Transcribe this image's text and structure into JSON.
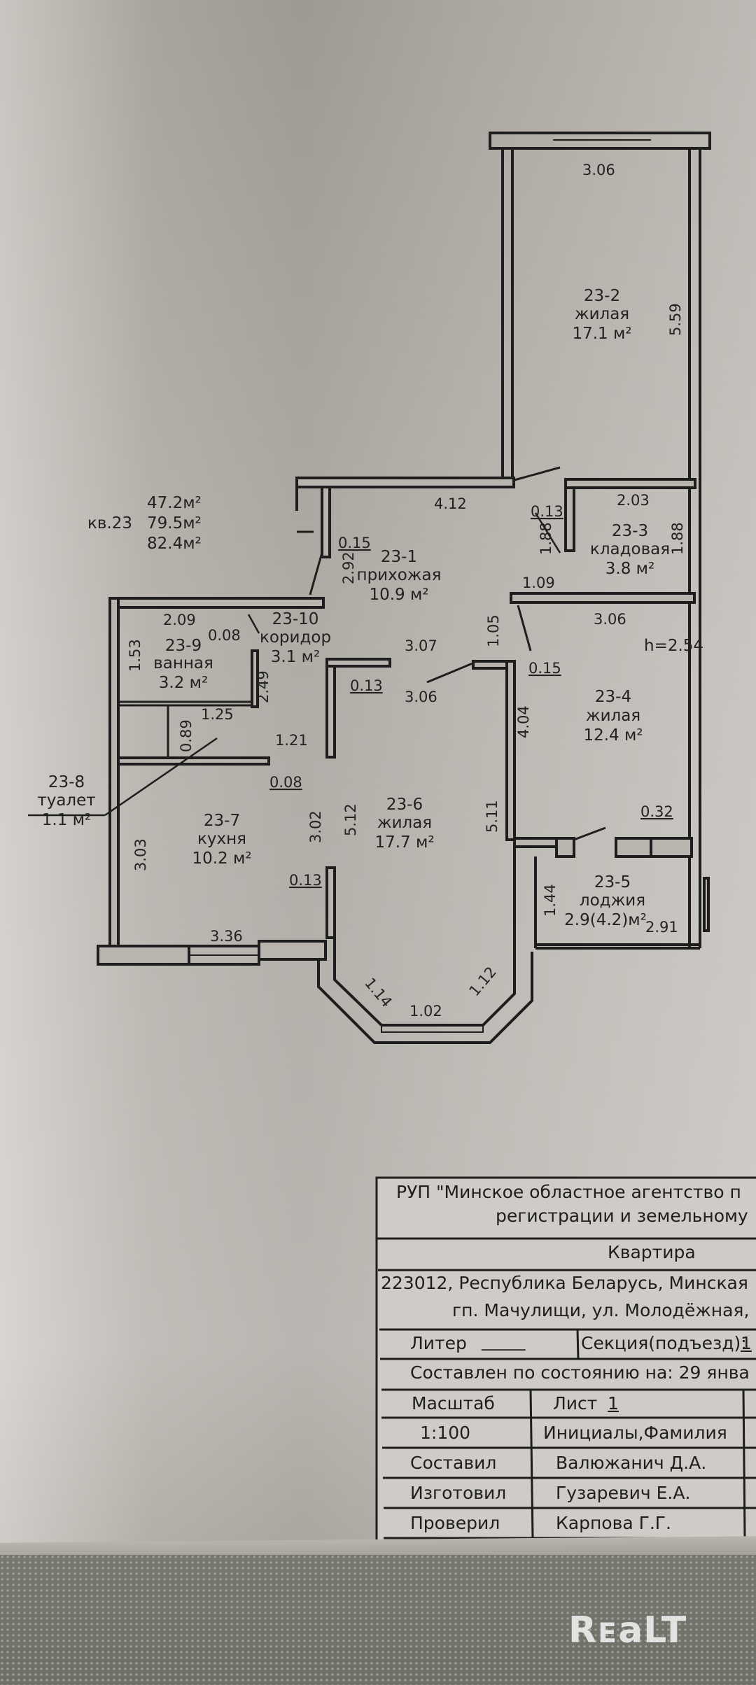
{
  "apartment_summary": {
    "label": "кв.23",
    "living_area": "47.2м²",
    "total_area": "79.5м²",
    "total_area_with_loggia": "82.4м²"
  },
  "rooms": [
    {
      "id": "23-1",
      "name": "прихожая",
      "area": "10.9 м²"
    },
    {
      "id": "23-2",
      "name": "жилая",
      "area": "17.1 м²"
    },
    {
      "id": "23-3",
      "name": "кладовая",
      "area": "3.8 м²"
    },
    {
      "id": "23-4",
      "name": "жилая",
      "area": "12.4 м²"
    },
    {
      "id": "23-5",
      "name": "лоджия",
      "area": "2.9(4.2)м²"
    },
    {
      "id": "23-6",
      "name": "жилая",
      "area": "17.7 м²"
    },
    {
      "id": "23-7",
      "name": "кухня",
      "area": "10.2 м²"
    },
    {
      "id": "23-8",
      "name": "туалет",
      "area": "1.1 м²"
    },
    {
      "id": "23-9",
      "name": "ванная",
      "area": "3.2 м²"
    },
    {
      "id": "23-10",
      "name": "коридор",
      "area": "3.1 м²"
    }
  ],
  "ceiling_height": "h=2.54",
  "dimensions": {
    "r2_top": "3.06",
    "r2_side": "5.59",
    "r1_top": "4.12",
    "r1_side": "2.92",
    "r1_bottom": "3.07",
    "r1_door_w": "1.05",
    "r3_top": "2.03",
    "r3_left": "1.88",
    "r3_right": "1.88",
    "r3_bottom": "1.09",
    "r4_top": "3.06",
    "r4_side": "4.04",
    "r6_top": "3.06",
    "r6_left": "5.12",
    "r6_right": "5.11",
    "bay_left": "1.14",
    "bay_mid": "1.02",
    "bay_right": "1.12",
    "r5_left": "1.44",
    "r5_bottom": "2.91",
    "r9_top": "2.09",
    "r9_side": "1.53",
    "r10_side": "2.49",
    "r10_bottom": "1.21",
    "r8_side": "0.89",
    "r8_top": "1.25",
    "r7_left": "3.03",
    "r7_right": "3.02",
    "r7_bottom": "3.36",
    "wall_015_a": "0.15",
    "wall_015_b": "0.15",
    "wall_013_a": "0.13",
    "wall_013_b": "0.13",
    "wall_013_c": "0.13",
    "wall_008_a": "0.08",
    "wall_008_b": "0.08",
    "wall_032": "0.32"
  },
  "title_block": {
    "org_line1": "РУП \"Минское областное агентство п",
    "org_line2": "регистрации и земельному",
    "object_type": "Квартира",
    "address_line1": "223012, Республика Беларусь, Минская",
    "address_line2": "гп. Мачулищи, ул. Молодёжная,",
    "liter_label": "Литер",
    "liter_value": "_____",
    "section_label": "Секция(подъезд):",
    "section_value": "1",
    "compiled_as_of": "Составлен по состоянию на: 29 янва",
    "scale_label": "Масштаб",
    "sheet_label": "Лист",
    "sheet_value": "1",
    "scale_value": "1:100",
    "initials_header": "Инициалы,Фамилия",
    "roles": [
      {
        "role": "Составил",
        "name": "Валюжанич Д.А."
      },
      {
        "role": "Изготовил",
        "name": "Гузаревич Е.А."
      },
      {
        "role": "Проверил",
        "name": "Карпова Г.Г."
      }
    ]
  },
  "watermark": "RᴇaLT"
}
